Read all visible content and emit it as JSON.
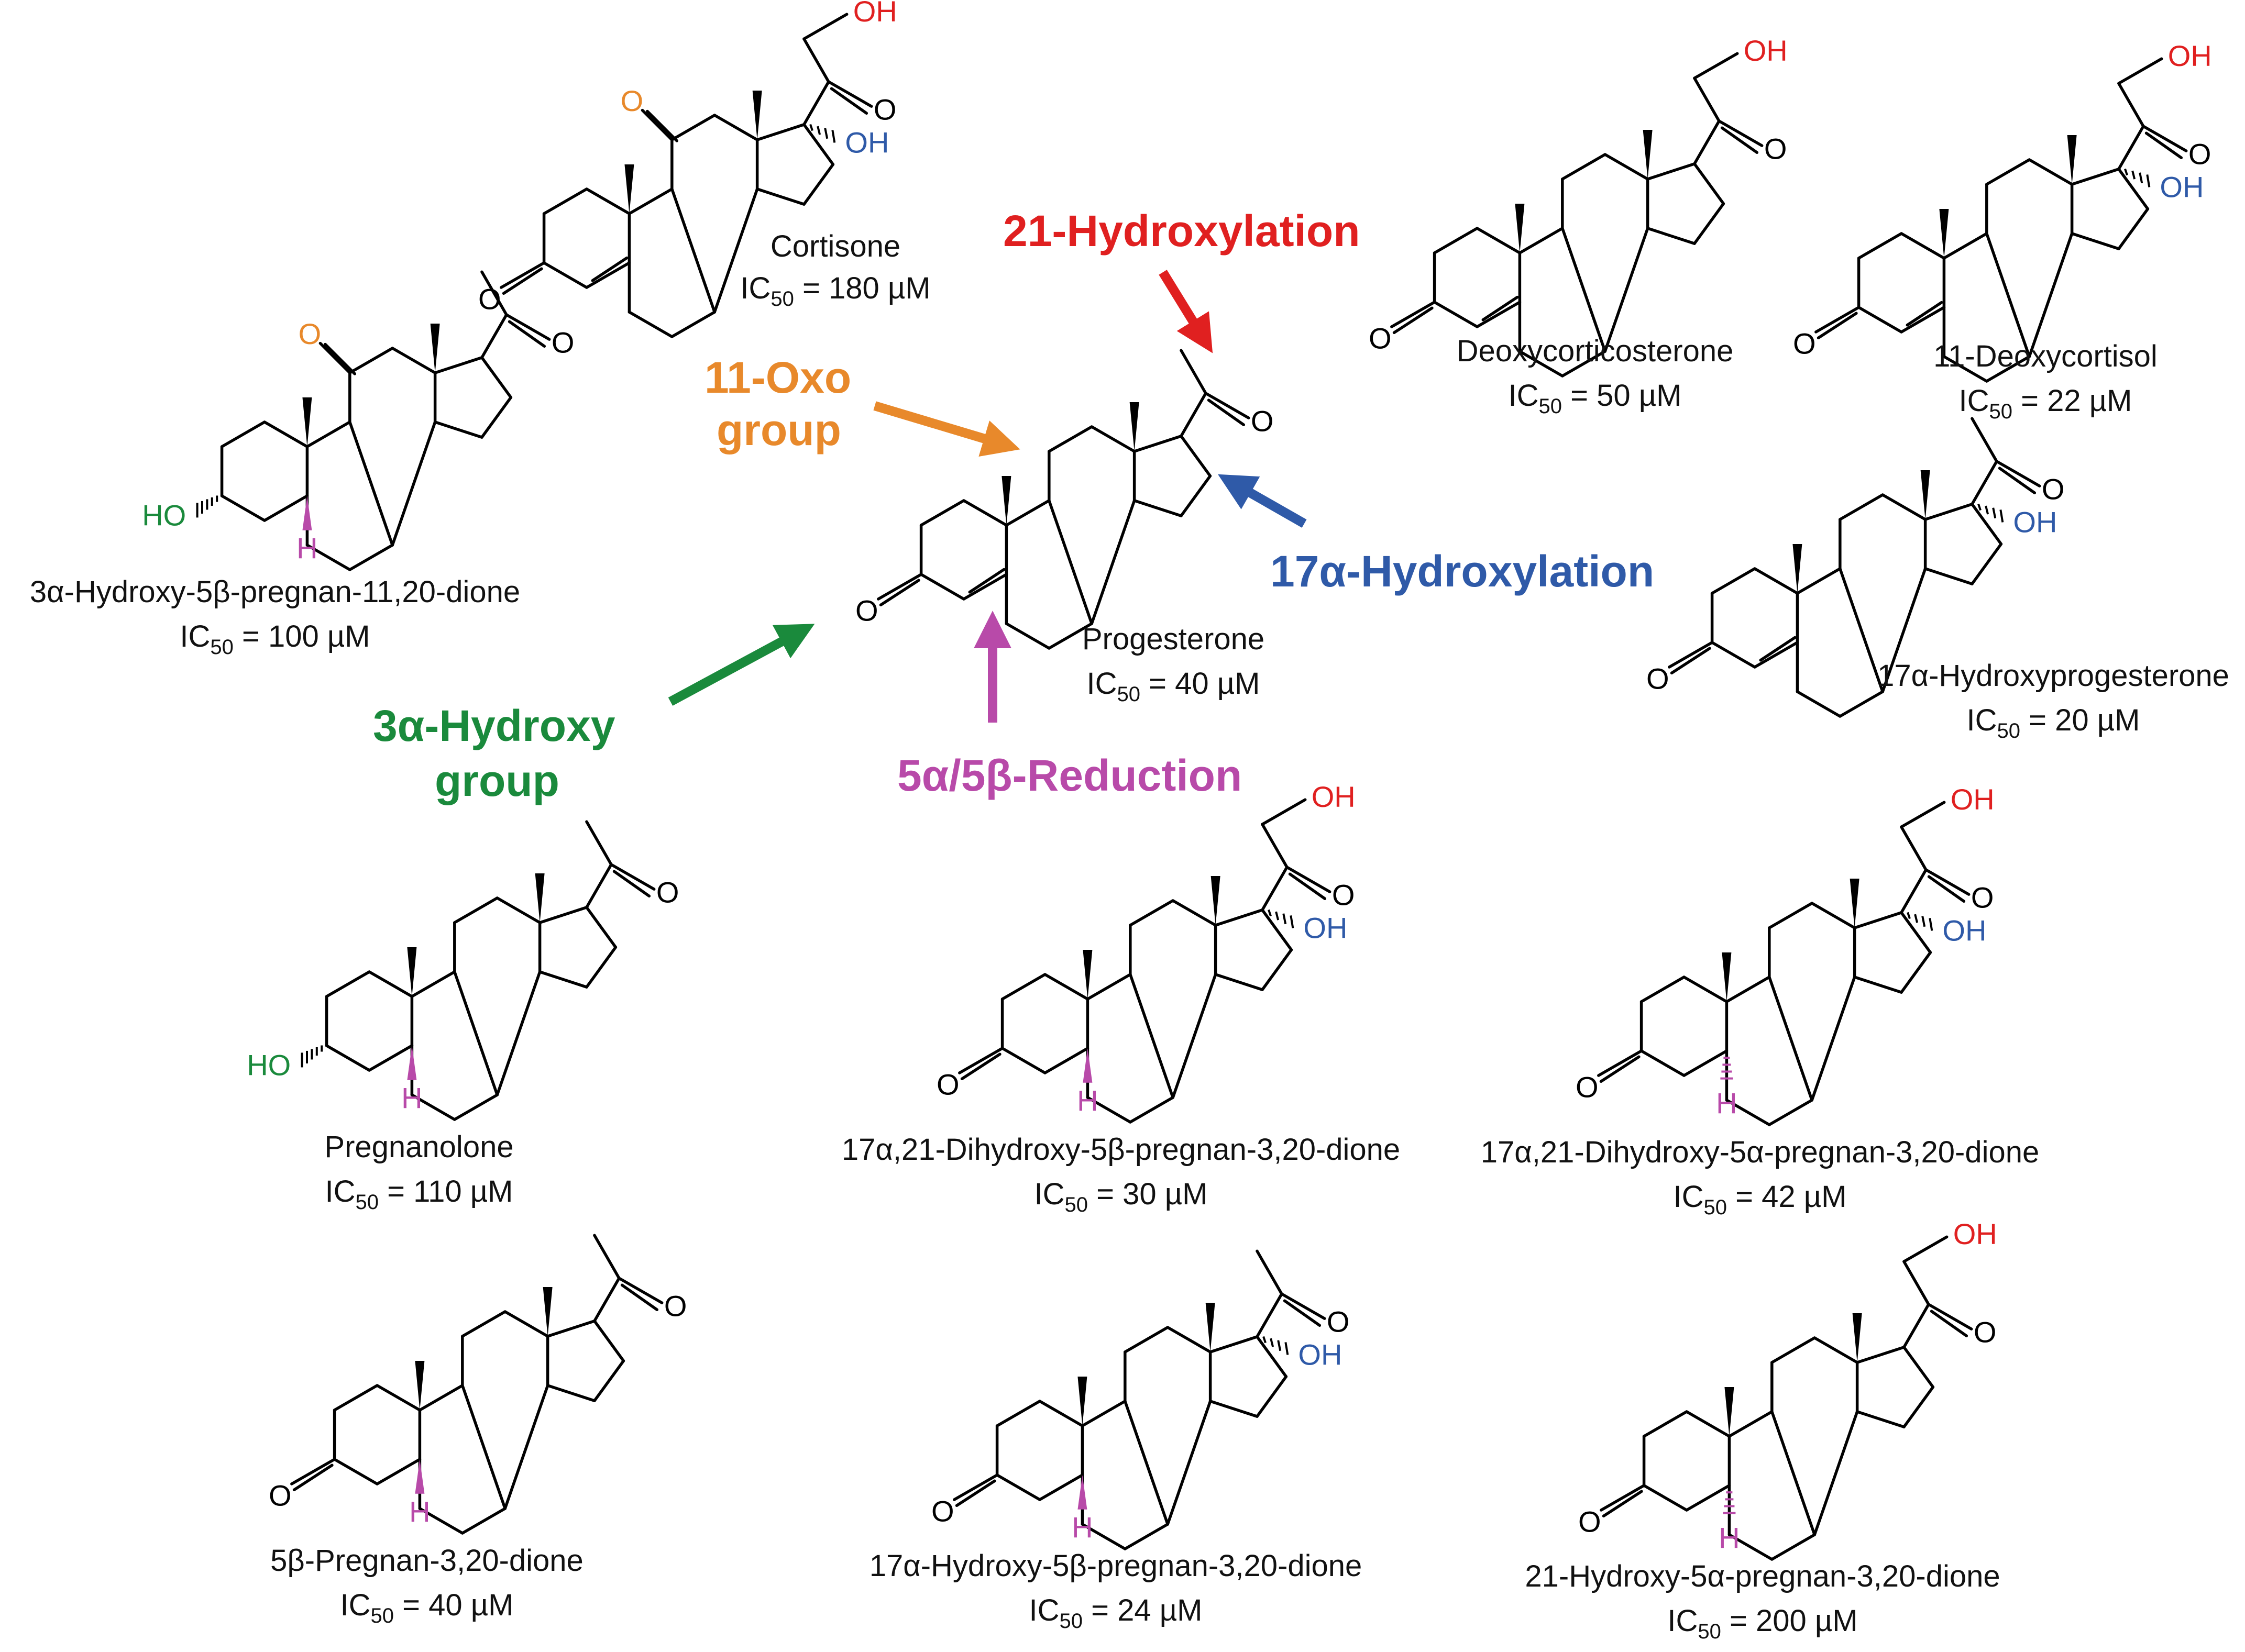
{
  "colors": {
    "oxo": "#e8892b",
    "hydroxy3": "#1a8a3c",
    "hydroxy21": "#e02020",
    "hydroxy17": "#2f5aa8",
    "reduction": "#b84aa9",
    "black": "#000000"
  },
  "center": {
    "name": "Progesterone",
    "ic50_label": "IC",
    "ic50_sub": "50",
    "ic50_value": " = 40 µM"
  },
  "modifications": {
    "hydroxylation_21": "21-Hydroxylation",
    "oxo_line1": "11-Oxo",
    "oxo_line2": "group",
    "hydroxylation_17": "17α-Hydroxylation",
    "hydroxy3_line1": "3α-Hydroxy",
    "hydroxy3_line2": "group",
    "reduction": "5α/5β-Reduction"
  },
  "atoms": {
    "oh": "OH",
    "ho": "HO",
    "o": "O",
    "h": "H"
  },
  "compounds": [
    {
      "id": "cortisone",
      "name": "Cortisone",
      "ic50_value": " = 180 µM"
    },
    {
      "id": "deoxycorticosterone",
      "name": "Deoxycorticosterone",
      "ic50_value": " = 50 µM"
    },
    {
      "id": "deoxycortisol",
      "name": "11-Deoxycortisol",
      "ic50_value": " = 22 µM"
    },
    {
      "id": "hydroxypregnandione",
      "name": "3α-Hydroxy-5β-pregnan-11,20-dione",
      "ic50_value": " = 100 µM"
    },
    {
      "id": "hydroxyprogesterone17",
      "name": "17α-Hydroxyprogesterone",
      "ic50_value": " = 20 µM"
    },
    {
      "id": "pregnanolone",
      "name": "Pregnanolone",
      "ic50_value": " = 110 µM"
    },
    {
      "id": "dihydroxy5beta",
      "name": "17α,21-Dihydroxy-5β-pregnan-3,20-dione",
      "ic50_value": " = 30 µM"
    },
    {
      "id": "dihydroxy5alpha",
      "name": "17α,21-Dihydroxy-5α-pregnan-3,20-dione",
      "ic50_value": " = 42 µM"
    },
    {
      "id": "pregnandione5beta",
      "name": "5β-Pregnan-3,20-dione",
      "ic50_value": " = 40 µM"
    },
    {
      "id": "hydroxy17_5beta",
      "name": "17α-Hydroxy-5β-pregnan-3,20-dione",
      "ic50_value": " = 24 µM"
    },
    {
      "id": "hydroxy21_5alpha",
      "name": "21-Hydroxy-5α-pregnan-3,20-dione",
      "ic50_value": " = 200 µM"
    }
  ]
}
